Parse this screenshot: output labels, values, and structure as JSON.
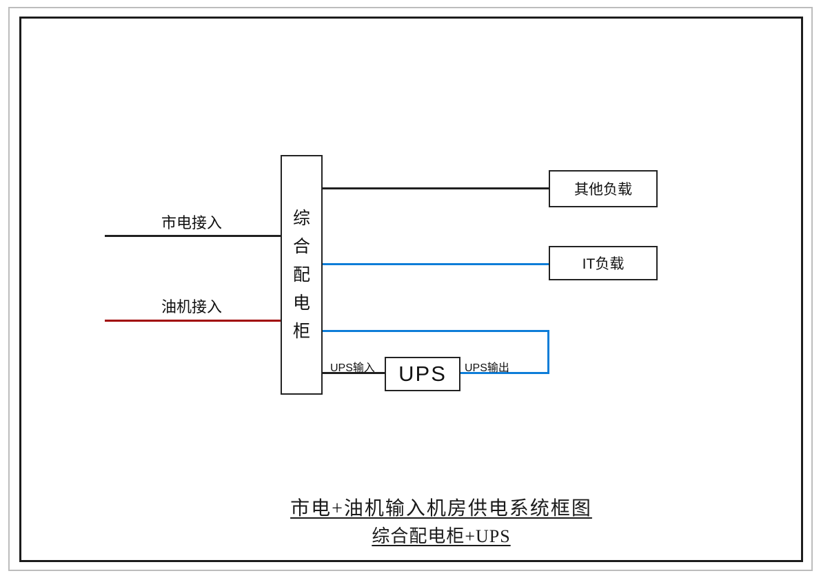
{
  "diagram": {
    "cabinet": {
      "label": "综合配电柜"
    },
    "inputs": [
      {
        "id": "mains",
        "label": "市电接入",
        "line_color": "#1f1f1f"
      },
      {
        "id": "genset",
        "label": "油机接入",
        "line_color": "#a00000"
      }
    ],
    "loads": [
      {
        "id": "other-load",
        "label": "其他负载",
        "line_color": "#1f1f1f"
      },
      {
        "id": "it-load",
        "label": "IT负载",
        "line_color": "#0d7dd8"
      }
    ],
    "ups": {
      "box_label": "UPS",
      "input_label": "UPS输入",
      "output_label": "UPS输出",
      "input_line_color": "#1f1f1f",
      "output_line_color": "#0d7dd8"
    },
    "colors": {
      "black_line": "#1f1f1f",
      "blue_line": "#0d7dd8",
      "red_line": "#a00000",
      "frame_outer": "#bcbcbc",
      "frame_inner": "#1c1c1c"
    }
  },
  "title": {
    "line1": "市电+油机输入机房供电系统框图",
    "line2": "综合配电柜+UPS"
  }
}
